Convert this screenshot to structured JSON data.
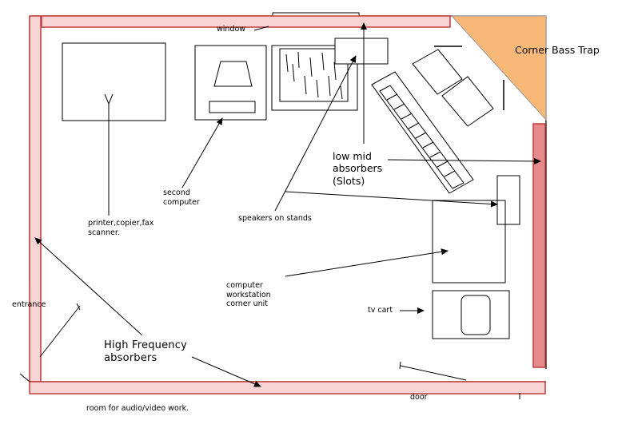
{
  "colors": {
    "absorber_fill": "#f7d4d4",
    "absorber_stroke": "#c43c3c",
    "mid_absorber_fill": "#e48a8a",
    "bass_trap": "#f8b878",
    "line": "#000000"
  },
  "labels": {
    "window": "window",
    "corner_bass_trap": "Corner Bass Trap",
    "low_mid_absorbers": "low mid\nabsorbers\n(Slots)",
    "second_computer": "second\ncomputer",
    "printer": "printer,copier,fax\nscanner.",
    "speakers": "speakers on stands",
    "workstation": "computer\nworkstation\ncorner unit",
    "tv_cart": "tv cart",
    "entrance": "entrance",
    "high_frequency_absorbers": "High Frequency\nabsorbers",
    "door": "door",
    "room_caption": "room for audio/video work."
  },
  "icons": {
    "speaker_icon": "speaker",
    "monitor_icon": "monitor",
    "tv_icon": "tv-screen"
  }
}
